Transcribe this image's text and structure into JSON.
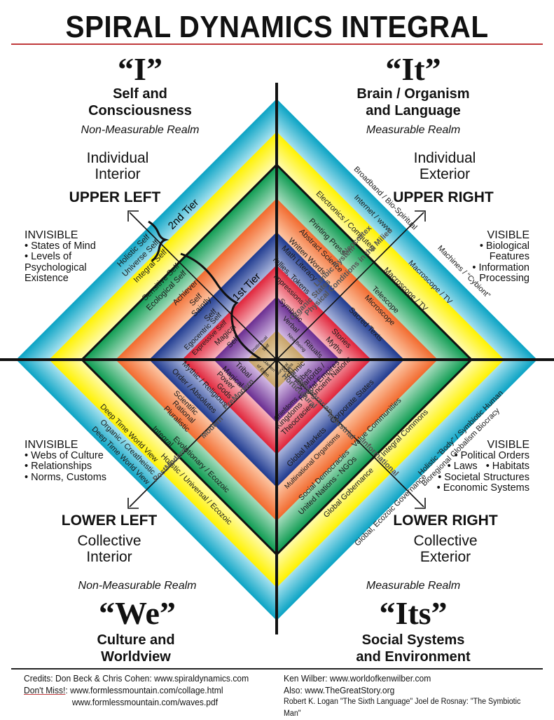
{
  "title": "SPIRAL DYNAMICS INTEGRAL",
  "colors": {
    "title_rule": "#c0393b",
    "turquoise": "#0aa3c4",
    "yellow": "#fff200",
    "green": "#0a9a4f",
    "orange": "#f26a2e",
    "blue": "#1f3a8f",
    "red": "#e0243a",
    "purple": "#6a2d91",
    "beige": "#c8a46a"
  },
  "quadrants": {
    "upper_left": {
      "pronoun": "“I”",
      "subtitle_line1": "Self and",
      "subtitle_line2": "Consciousness",
      "realm": "Non-Measurable Realm",
      "desc_line1": "Individual",
      "desc_line2": "Interior",
      "name": "UPPER LEFT",
      "visibility": "INVISIBLE",
      "bullets": [
        "• States of Mind",
        "• Levels of",
        "Psychological",
        "Existence"
      ]
    },
    "upper_right": {
      "pronoun": "“It”",
      "subtitle_line1": "Brain / Organism",
      "subtitle_line2": "and Language",
      "realm": "Measurable Realm",
      "desc_line1": "Individual",
      "desc_line2": "Exterior",
      "name": "UPPER RIGHT",
      "visibility": "VISIBLE",
      "bullets": [
        "• Biological",
        "Features",
        "• Information",
        "Processing"
      ]
    },
    "lower_left": {
      "pronoun": "“We”",
      "subtitle_line1": "Culture and",
      "subtitle_line2": "Worldview",
      "realm": "Non-Measurable Realm",
      "desc_line1": "Collective",
      "desc_line2": "Interior",
      "name": "LOWER LEFT",
      "visibility": "INVISIBLE",
      "bullets": [
        "• Webs of Culture",
        "• Relationships",
        "• Norms, Customs"
      ]
    },
    "lower_right": {
      "pronoun": "“Its”",
      "subtitle_line1": "Social Systems",
      "subtitle_line2": "and Environment",
      "realm": "Measurable Realm",
      "desc_line1": "Collective",
      "desc_line2": "Exterior",
      "name": "LOWER RIGHT",
      "visibility": "VISIBLE",
      "bullets": [
        "• Political Orders",
        "• Laws   • Habitats",
        "• Societal Structures",
        "• Economic Systems"
      ]
    }
  },
  "tiers": {
    "second": "2nd Tier",
    "first": "1st Tier"
  },
  "bands": {
    "upper_left": [
      "Holistic Self",
      "Universe Self",
      "Integral Self",
      "Sensitive Self",
      "Ecological Self",
      "Achiever",
      "Self",
      "Saintly",
      "Self",
      "Egocentric Self",
      "Expressive Self",
      "Magical",
      "Self",
      "Instinctual",
      "Self"
    ],
    "upper_right": [
      "Broadband / Bio-Spiritual",
      "Machines / “Cybiont”",
      "Internet / www",
      "Macroscope / TV",
      "Electronics / Computers",
      "Macroscope / TV",
      "Printing Press",
      "Abstract  Science",
      "Telescope",
      "Microscope",
      "Written Words",
      "Math  Literacy",
      "Sacred Texts",
      "Tallies, Tokens",
      "Impressions",
      "Stories",
      "Myths",
      "Symbolic",
      "Verbal",
      "Rituals",
      "New Being"
    ],
    "lower_left": [
      "Deep Time World View",
      "Organic / Creatheistic",
      "Deep Time World View",
      "Integral",
      "Evolutionary / Ecozoic",
      "Holistic / Universal / Ecozoic",
      "Pluralistic",
      "Scientific",
      "Rational",
      "Mythic / Religious",
      "Order / Absolutes",
      "Power",
      "Gods",
      "Magical",
      "Tribal",
      "Garden",
      "of Eden"
    ],
    "lower_right": [
      "Holistic “Body” / Symbiotic Human",
      "Bioregional Globalism  Biocracy",
      "Global, Ecozoic Governance",
      "Integral Commons",
      "Global Gobernance",
      "Value Communities",
      "Social Democracies",
      "United Nations - NGOs",
      "Corporate States",
      "Global Markets",
      "Multinational Organisms",
      "Ancient Nations",
      "Theocracies",
      "Warlords /",
      "Feudal Empires",
      "Chiefdoms",
      "Kingdoms",
      "Ethnic",
      "Tribes",
      "Survival",
      "Clans"
    ]
  },
  "axis_labels": {
    "upper_right": [
      "Neocortex",
      "Limbic System",
      "Organic States",
      "Physical Conditions in the Milieu"
    ],
    "lower_left": [
      "PreModern",
      "Modern",
      "PostModern"
    ],
    "lower_right": [
      "Foraging",
      "Horticultural",
      "Agrarian",
      "Industrial",
      "Informational"
    ]
  },
  "credits": {
    "left_line1": "Credits: Don Beck & Chris Cohen:  www.spiraldynamics.com",
    "dont_miss": "Don't Miss!",
    "left_line2": ":  www.formlessmountain.com/collage.html",
    "left_line3": "www.formlessmountain.com/waves.pdf",
    "right_line1": "Ken Wilber:  www.worldofkenwilber.com",
    "right_line2": "Also:  www.TheGreatStory.org",
    "right_line3": "Robert K. Logan \"The Sixth Language\"   Joel de Rosnay: \"The Symbiotic Man\""
  }
}
